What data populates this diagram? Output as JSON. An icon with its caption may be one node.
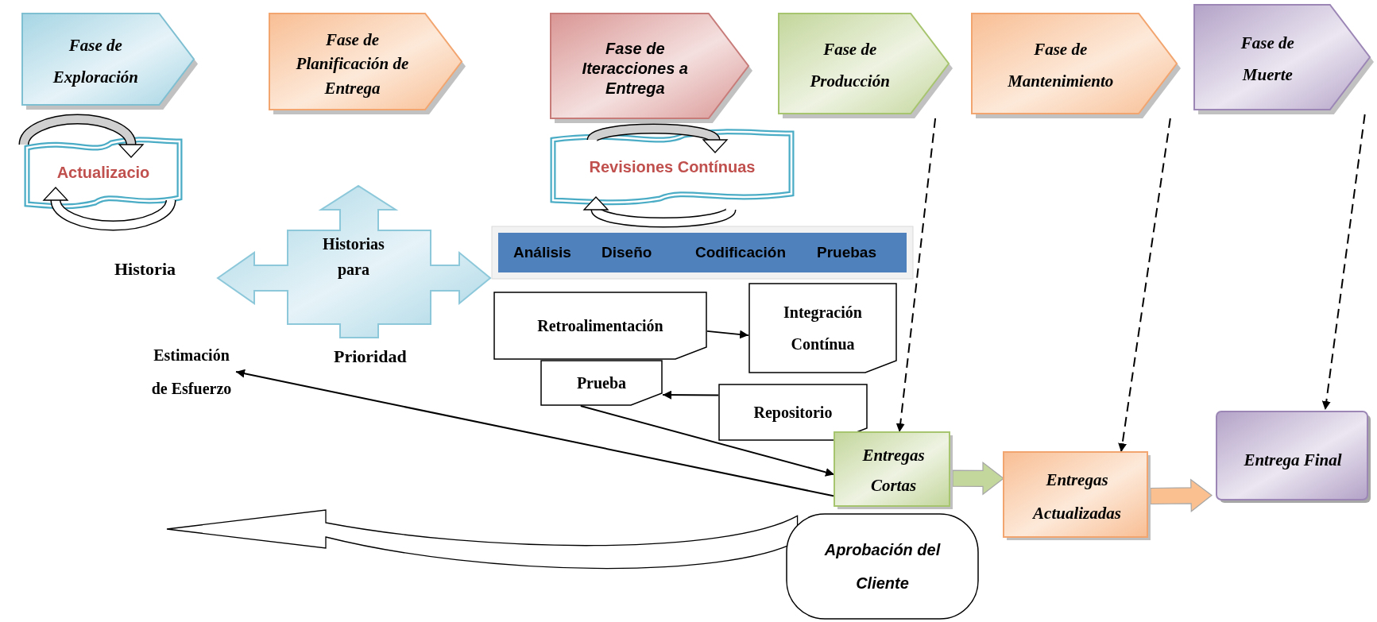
{
  "diagram": {
    "nodes": [
      {
        "text": [
          "Fase de Exploración"
        ]
      },
      {
        "text": [
          "Fase de Planificación de Entrega"
        ]
      },
      {
        "text": [
          "Fase de Iteracciones a Entrega"
        ]
      },
      {
        "text": [
          "Fase de Producción"
        ]
      },
      {
        "text": [
          "Fase de Mantenimiento"
        ]
      },
      {
        "text": [
          "Fase de Muerte"
        ]
      },
      {
        "text": [
          "Actualizacio"
        ]
      },
      {
        "text": [
          "Revisiones Contínuas"
        ]
      },
      {
        "text": [
          "Historias para"
        ],
        "beside": [
          "Prioridad"
        ]
      },
      {
        "text": [
          "Análisis",
          "Diseño",
          "Codificación",
          "Pruebas"
        ]
      },
      {
        "text": [
          "Retroalimentación"
        ]
      },
      {
        "text": [
          "Integración Contínua"
        ]
      },
      {
        "text": [
          "Prueba"
        ]
      },
      {
        "text": [
          "Repositorio"
        ]
      },
      {
        "text": [
          "Estimación de Esfuerzo"
        ]
      },
      {
        "text": [
          "Entregas Cortas"
        ]
      },
      {
        "text": [
          "Entregas Actualizadas"
        ]
      },
      {
        "text": [
          "Entrega Final"
        ]
      },
      {
        "text": [
          "Aprobación del Cliente"
        ]
      }
    ],
    "edges": [
      {
        "from": 10,
        "to": 11,
        "arrow": "to"
      },
      {
        "from": 13,
        "to": 12,
        "arrow": "to"
      },
      {
        "from": 12,
        "to": 15,
        "arrow": "to"
      },
      {
        "from": 15,
        "to": 14,
        "arrow": "to"
      },
      {
        "from": 3,
        "to": 15,
        "arrow": "to",
        "style": "dashed"
      },
      {
        "from": 4,
        "to": 16,
        "arrow": "to",
        "style": "dashed"
      },
      {
        "from": 5,
        "to": 17,
        "arrow": "to",
        "style": "dashed"
      },
      {
        "from": 15,
        "to": 16,
        "arrow": "to",
        "style": "thick",
        "color": "#c3d69b"
      },
      {
        "from": 16,
        "to": 17,
        "arrow": "to",
        "style": "thick",
        "color": "#fac090"
      },
      {
        "from": 18,
        "to": null,
        "arrow": "to",
        "style": "thick"
      }
    ],
    "labels": [
      "Historia"
    ]
  }
}
